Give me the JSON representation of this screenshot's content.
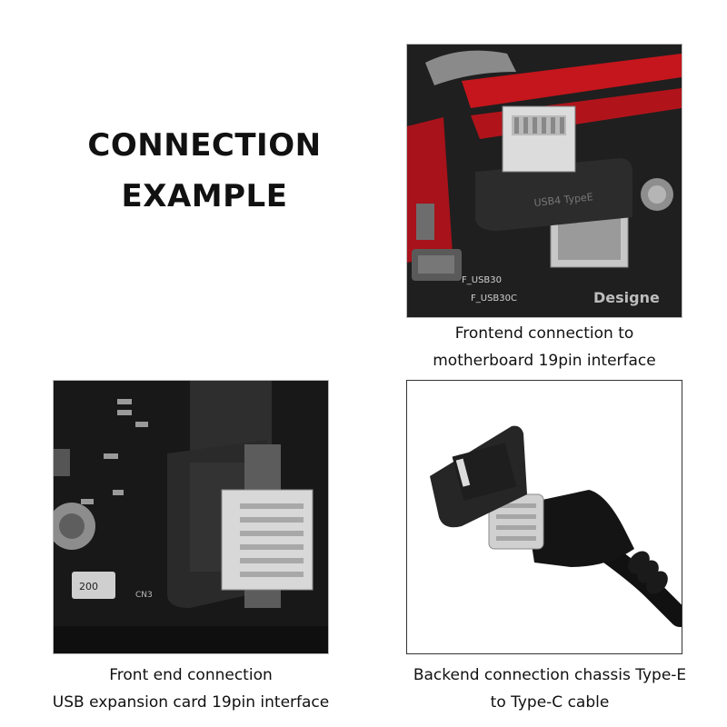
{
  "heading": {
    "line1": "CONNECTION",
    "line2": "EXAMPLE"
  },
  "photos": {
    "top_right": {
      "caption_line1": "Frontend connection to",
      "caption_line2": "motherboard 19pin interface",
      "label_connector": "USB4 TypeE",
      "label_board1": "F_USB30",
      "label_board2": "F_USB30C",
      "label_brand": "Designe"
    },
    "bottom_left": {
      "caption_line1": "Front end connection",
      "caption_line2": "USB expansion card 19pin interface",
      "label_fuse": "200",
      "label_cn": "CN3"
    },
    "bottom_right": {
      "caption_line1": "Backend connection chassis Type-E",
      "caption_line2": "to Type-C cable"
    }
  },
  "colors": {
    "board_dark": "#1c1c1c",
    "slot_red": "#c4161c",
    "connector_black": "#2a2a2a",
    "metal": "#cfcfcf"
  }
}
